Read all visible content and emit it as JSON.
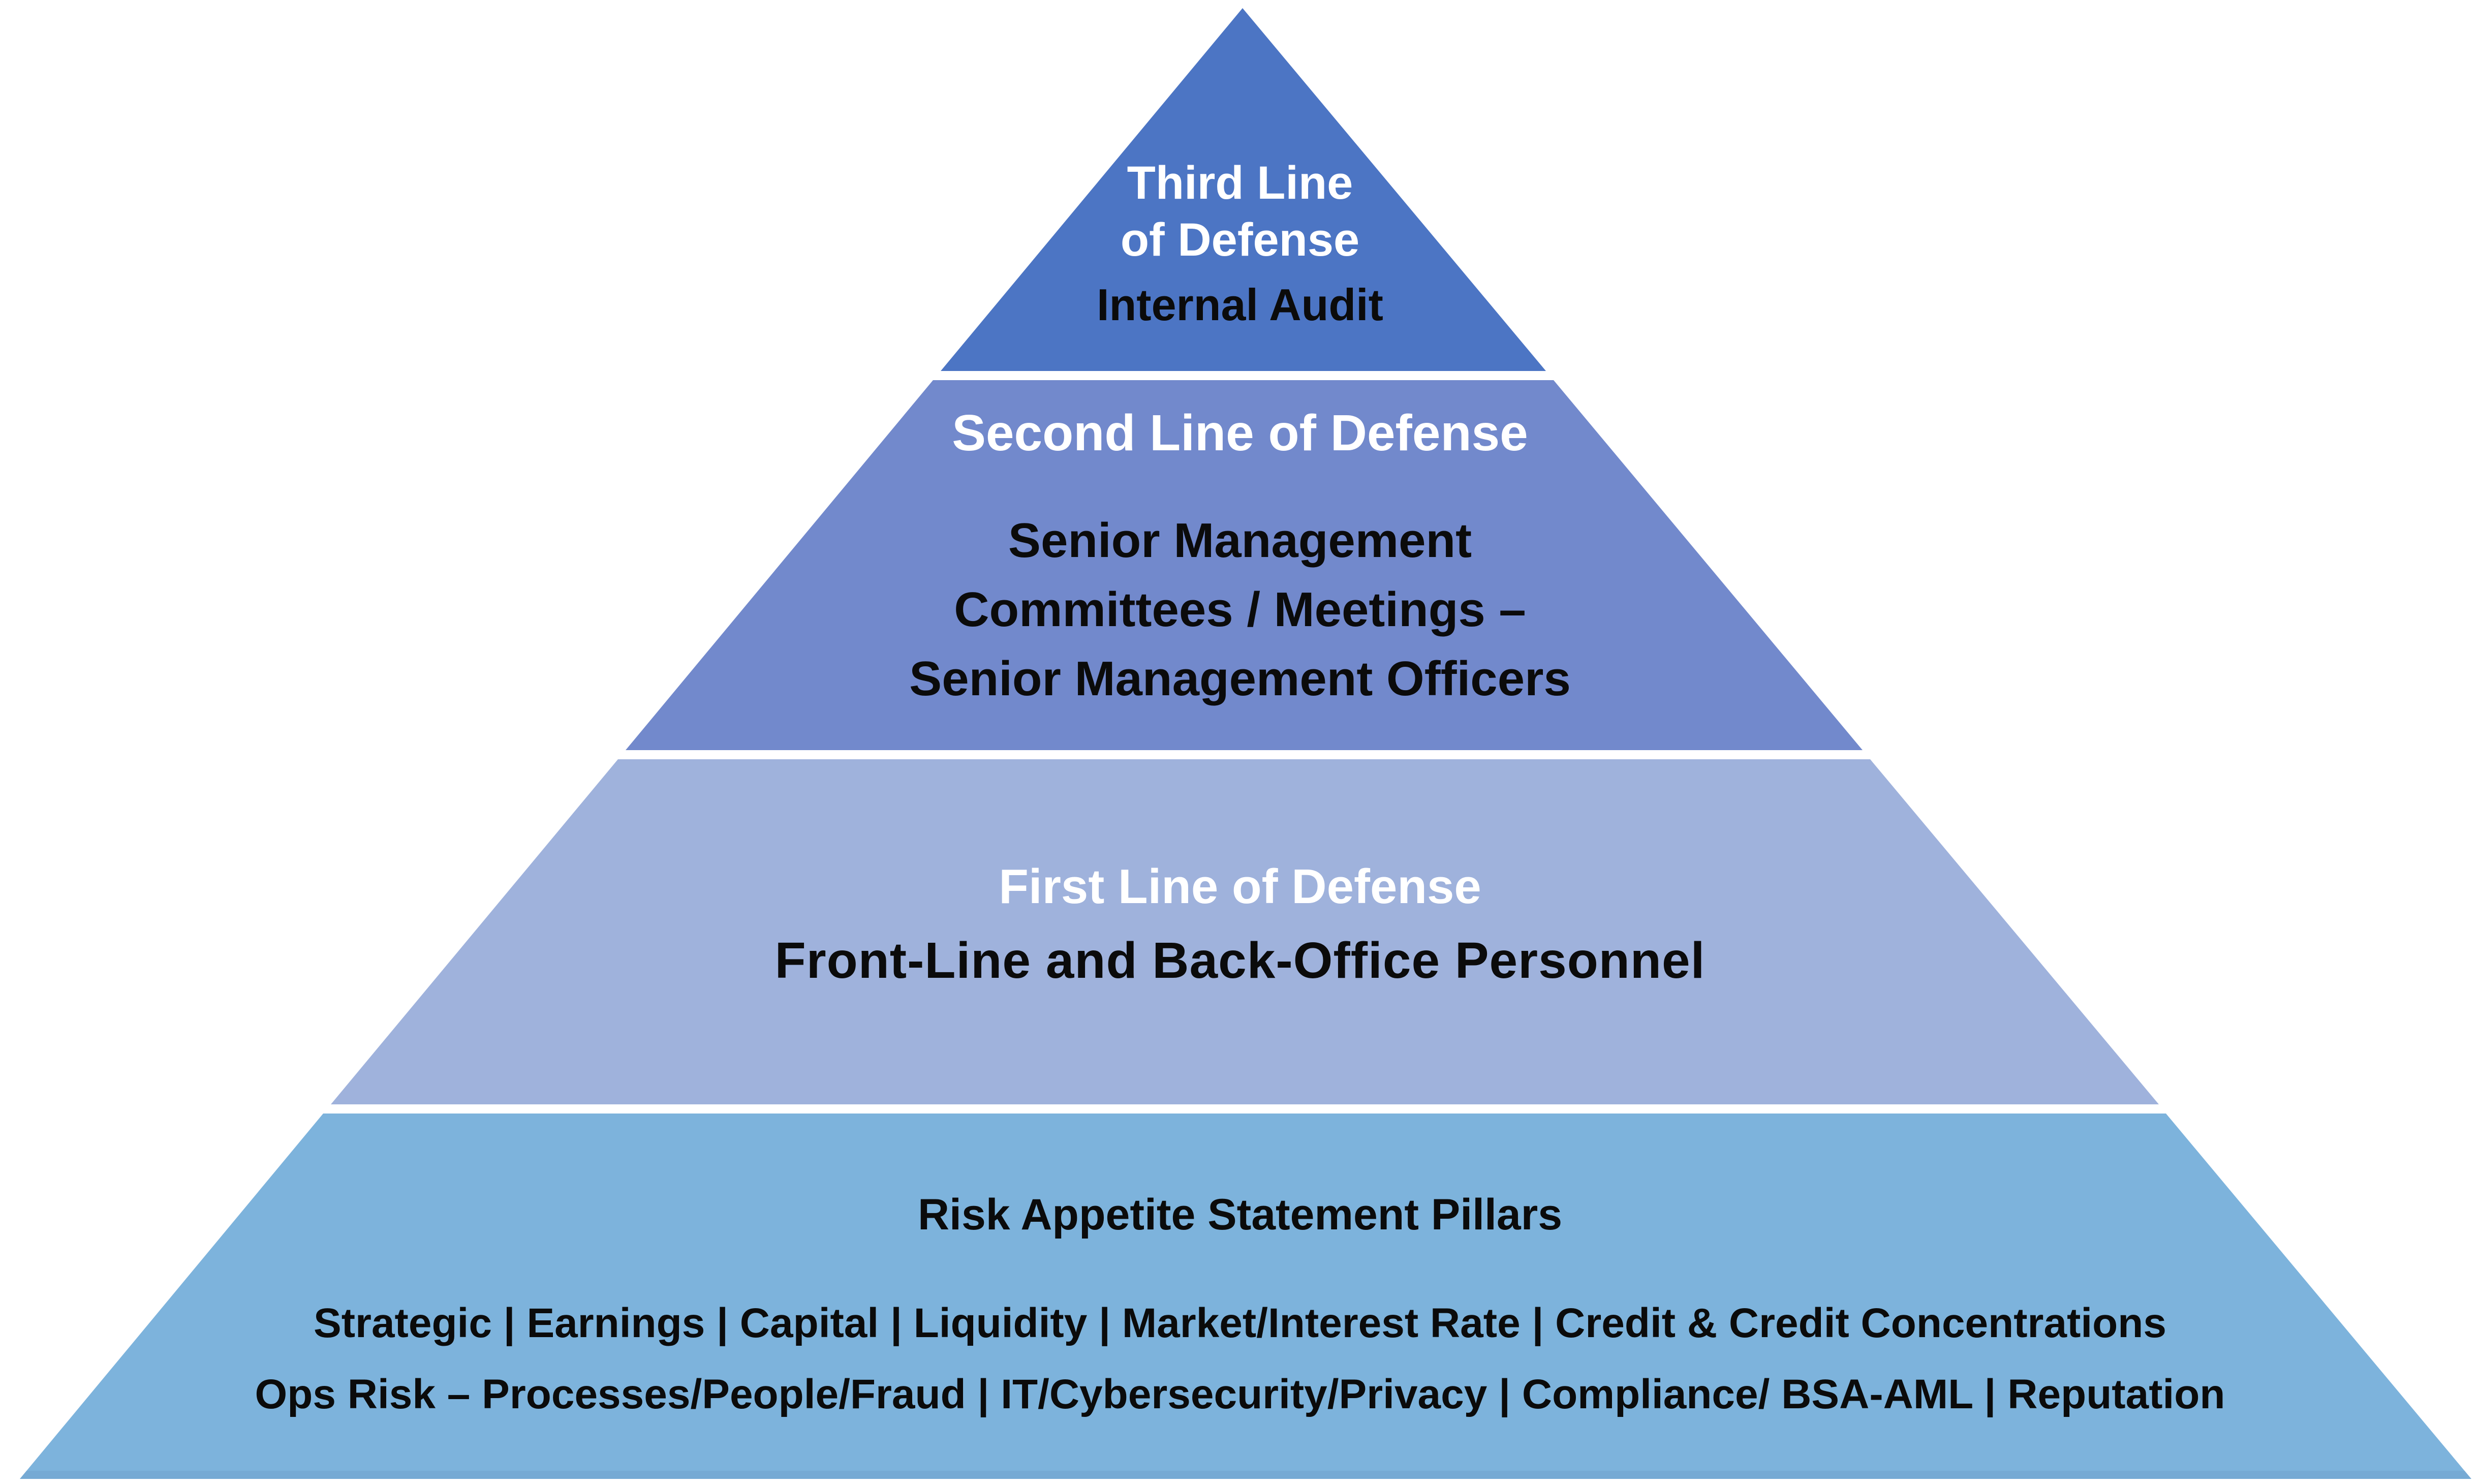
{
  "diagram": {
    "name": "Lines of Defense Risk Pyramid",
    "background_color": "#ffffff",
    "separator_color": "#ffffff",
    "tiers": [
      {
        "id": "third-line-of-defense",
        "label": "Third Line\nof Defense",
        "sublabel": "Internal Audit",
        "color": "#4c75c4",
        "label_color": "#ffffff",
        "sublabel_color": "#0b0b0b"
      },
      {
        "id": "second-line-of-defense",
        "label": "Second Line of Defense",
        "body": "Senior Management\nCommittees / Meetings –\nSenior Management Officers",
        "color": "#7289cc",
        "label_color": "#ffffff",
        "body_color": "#0b0b0b"
      },
      {
        "id": "first-line-of-defense",
        "label": "First Line of Defense",
        "body": "Front-Line and Back-Office Personnel",
        "color": "#9fb2dc",
        "label_color": "#ffffff",
        "body_color": "#0b0b0b"
      },
      {
        "id": "risk-appetite-statement-pillars",
        "label": "Risk Appetite Statement Pillars",
        "pillar_lines": [
          "Strategic | Earnings | Capital | Liquidity | Market/Interest Rate | Credit & Credit Concentrations",
          "Ops Risk – Processes/People/Fraud | IT/Cybersecurity/Privacy | Compliance/ BSA-AML | Reputation"
        ],
        "color": "#7db3dc",
        "label_color": "#0b0b0b",
        "body_color": "#0b0b0b",
        "bottom_edge_color": "#74a7d1"
      }
    ]
  }
}
